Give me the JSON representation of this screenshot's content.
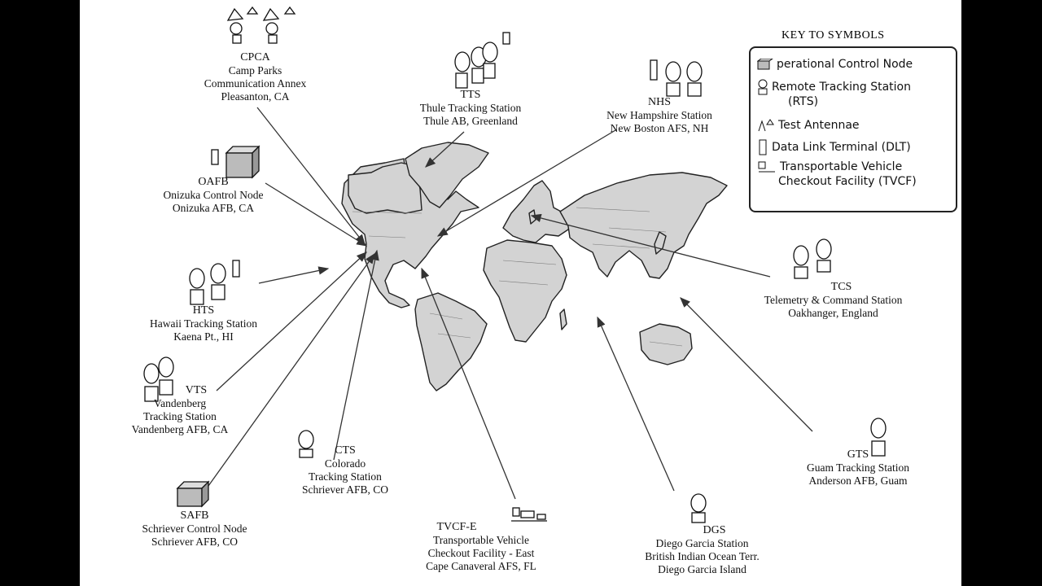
{
  "key": {
    "title": "KEY TO SYMBOLS",
    "items": [
      {
        "icon": "control-node-icon",
        "label": "perational Control Node"
      },
      {
        "icon": "tracking-station-icon",
        "label": "Remote Tracking Station",
        "label2": "(RTS)"
      },
      {
        "icon": "antenna-icon",
        "label": "Test Antennae"
      },
      {
        "icon": "dlt-icon",
        "label": "Data Link Terminal (DLT)"
      },
      {
        "icon": "tvcf-icon",
        "label": "Transportable Vehicle",
        "label2": "Checkout Facility (TVCF)"
      }
    ]
  },
  "sites": {
    "cpca": {
      "code": "CPCA",
      "line1": "Camp Parks",
      "line2": "Communication Annex",
      "line3": "Pleasanton, CA"
    },
    "tts": {
      "code": "TTS",
      "line1": "Thule Tracking Station",
      "line2": "Thule AB, Greenland"
    },
    "nhs": {
      "code": "NHS",
      "line1": "New Hampshire Station",
      "line2": "New Boston AFS, NH"
    },
    "oafb": {
      "code": "OAFB",
      "line1": "Onizuka Control Node",
      "line2": "Onizuka AFB, CA"
    },
    "hts": {
      "code": "HTS",
      "line1": "Hawaii Tracking Station",
      "line2": "Kaena Pt., HI"
    },
    "vts": {
      "code": "VTS",
      "line1": "Vandenberg",
      "line2": "Tracking Station",
      "line3": "Vandenberg AFB, CA"
    },
    "cts": {
      "code": "CTS",
      "line1": "Colorado",
      "line2": "Tracking Station",
      "line3": "Schriever AFB, CO"
    },
    "safb": {
      "code": "SAFB",
      "line1": "Schriever Control Node",
      "line2": "Schriever AFB, CO"
    },
    "tvcfe": {
      "code": "TVCF-E",
      "line1": "Transportable Vehicle",
      "line2": "Checkout Facility - East",
      "line3": "Cape Canaveral AFS, FL"
    },
    "dgs": {
      "code": "DGS",
      "line1": "Diego Garcia Station",
      "line2": "British Indian Ocean Terr.",
      "line3": "Diego Garcia Island"
    },
    "gts": {
      "code": "GTS",
      "line1": "Guam Tracking Station",
      "line2": "Anderson AFB, Guam"
    },
    "tcs": {
      "code": "TCS",
      "line1": "Telemetry & Command Station",
      "line2": "Oakhanger, England"
    }
  }
}
